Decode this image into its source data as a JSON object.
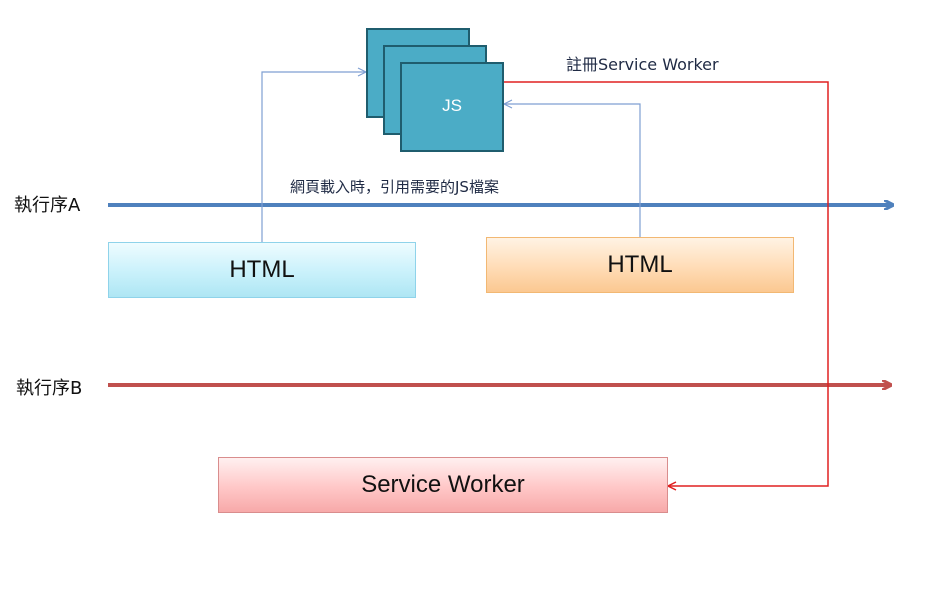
{
  "thread_a": {
    "label": "執行序A"
  },
  "thread_b": {
    "label": "執行序B"
  },
  "caption_load": "網頁載入時，引用需要的JS檔案",
  "caption_register": "註冊Service Worker",
  "js_files": {
    "label": "JS",
    "count": 3
  },
  "html_box_a": {
    "label": "HTML"
  },
  "html_box_b": {
    "label": "HTML"
  },
  "service_worker_box": {
    "label": "Service Worker"
  },
  "colors": {
    "thread_a_arrow": "#4f81bd",
    "thread_b_arrow": "#c0504d",
    "connector_blue": "#7f9fd2",
    "register_line": "#e02020",
    "js_fill": "#4bacc6",
    "js_border": "#1f5d6e"
  }
}
